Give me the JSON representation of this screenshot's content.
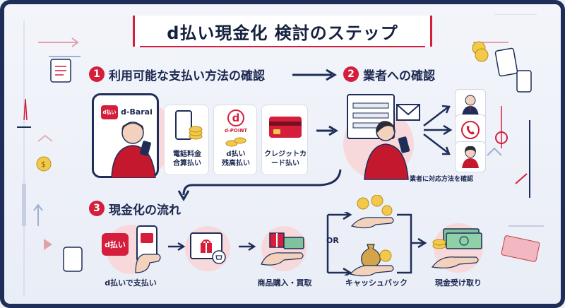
{
  "title": "d払い現金化 検討のステップ",
  "steps": {
    "s1": {
      "num": "1",
      "label": "利用可能な支払い方法の確認"
    },
    "s2": {
      "num": "2",
      "label": "業者への確認"
    },
    "s3": {
      "num": "3",
      "label": "現金化の流れ"
    }
  },
  "phone_app": {
    "brand": "d払い",
    "app_name": "d-Barai"
  },
  "methods": [
    {
      "label_line1": "電話料金",
      "label_line2": "合算払い"
    },
    {
      "label_line1": "d払い",
      "label_line2": "残高払い"
    },
    {
      "label_line1": "クレジットカ",
      "label_line2": "ード払い"
    }
  ],
  "dpoint_logo": "d-POINT",
  "dpoint_letter": "d",
  "vendor_caption": "業者に対応方法を確認",
  "flow": {
    "pay": "d払いで支払い",
    "purchase": "商品購入・買取",
    "or": "OR",
    "cashback": "キャッシュバック",
    "receive": "現金受け取り"
  },
  "colors": {
    "accent": "#d41e3c",
    "navy": "#1e2e58",
    "pink": "#f7d9dc"
  }
}
